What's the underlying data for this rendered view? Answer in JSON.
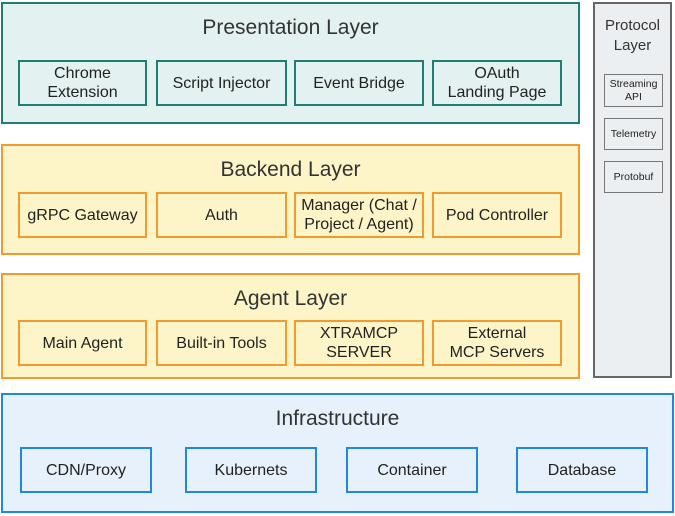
{
  "presentation": {
    "title": "Presentation Layer",
    "items": [
      "Chrome\nExtension",
      "Script Injector",
      "Event Bridge",
      "OAuth\nLanding Page"
    ]
  },
  "backend": {
    "title": "Backend Layer",
    "items": [
      "gRPC Gateway",
      "Auth",
      "Manager (Chat /\nProject / Agent)",
      "Pod Controller"
    ]
  },
  "agent": {
    "title": "Agent Layer",
    "items": [
      "Main Agent",
      "Built-in Tools",
      "XTRAMCP\nSERVER",
      "External\nMCP Servers"
    ]
  },
  "infrastructure": {
    "title": "Infrastructure",
    "items": [
      "CDN/Proxy",
      "Kubernets",
      "Container",
      "Database"
    ]
  },
  "protocol": {
    "title": "Protocol\nLayer",
    "items": [
      "Streaming\nAPI",
      "Telemetry",
      "Protobuf"
    ]
  },
  "colors": {
    "teal": "#1f7d74",
    "orange": "#f39a2e",
    "blue": "#1e88e5",
    "gray": "#666666"
  }
}
